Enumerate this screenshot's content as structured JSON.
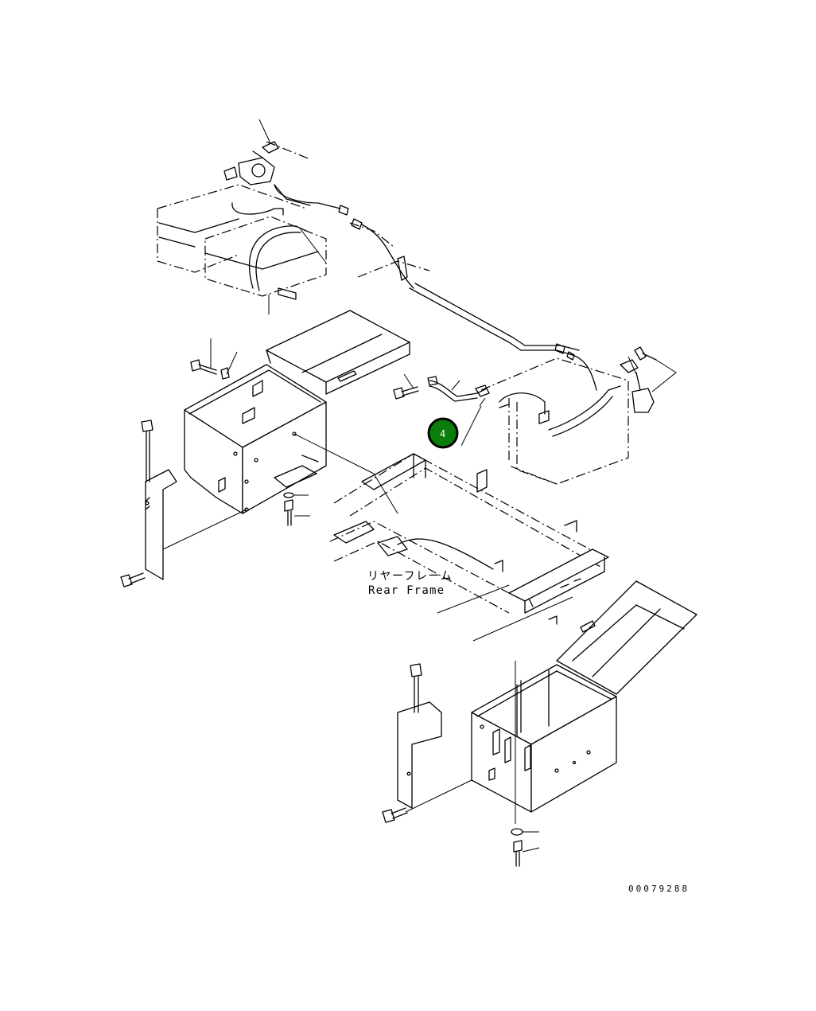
{
  "diagram": {
    "label_jp": "リヤーフレーム",
    "label_en": "Rear Frame",
    "drawing_number": "00079288",
    "callout": {
      "number": "4",
      "color": "#0a7d0a"
    }
  }
}
